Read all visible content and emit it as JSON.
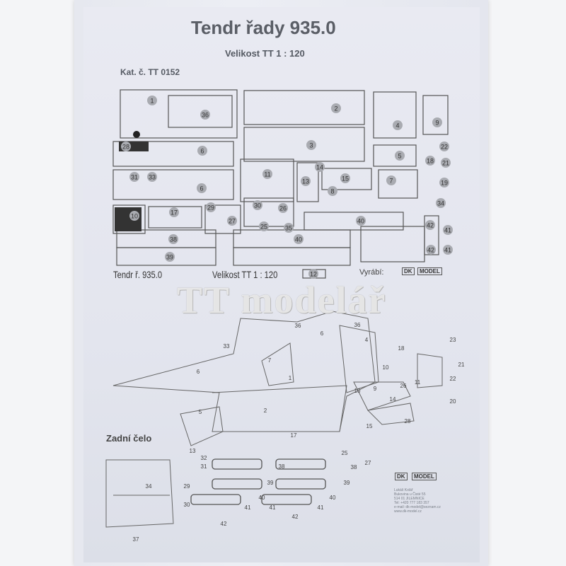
{
  "header": {
    "title": "Tendr řady 935.0",
    "subtitle": "Velikost  TT   1  :  120",
    "catalog": "Kat. č. TT 0152"
  },
  "footer_sheet": {
    "name": "Tendr ř. 935.0",
    "scale": "Velikost TT   1 : 120",
    "maker_label": "Vyrábí:"
  },
  "watermark": "TT modelář",
  "logo": {
    "left": "DK",
    "right": "MODEL"
  },
  "diagram": {
    "section_label": "Zadní čelo"
  },
  "address": [
    "Lukáš Kolář",
    "Bukovina u Čisté 55",
    "514 01 JILEMNICE",
    "Tel: +420 777 183 357",
    "e-mail: dk-model@seznam.cz",
    "www.dk-model.cz"
  ],
  "part_numbers_sheet": [
    "1",
    "36",
    "2",
    "4",
    "9",
    "3",
    "28",
    "6",
    "5",
    "22",
    "18",
    "21",
    "31",
    "33",
    "11",
    "14",
    "15",
    "7",
    "19",
    "13",
    "6",
    "8",
    "34",
    "10",
    "17",
    "29",
    "27",
    "30",
    "26",
    "25",
    "35",
    "40",
    "42",
    "41",
    "38",
    "39",
    "40",
    "42",
    "41",
    "12"
  ],
  "part_numbers_diagram": [
    "36",
    "36",
    "6",
    "4",
    "33",
    "7",
    "1",
    "6",
    "18",
    "23",
    "10",
    "21",
    "11",
    "22",
    "2",
    "10",
    "9",
    "26",
    "20",
    "5",
    "14",
    "28",
    "15",
    "17",
    "25",
    "27",
    "31",
    "32",
    "13",
    "38",
    "38",
    "39",
    "29",
    "39",
    "30",
    "40",
    "40",
    "41",
    "41",
    "41",
    "42",
    "42",
    "34",
    "37"
  ]
}
